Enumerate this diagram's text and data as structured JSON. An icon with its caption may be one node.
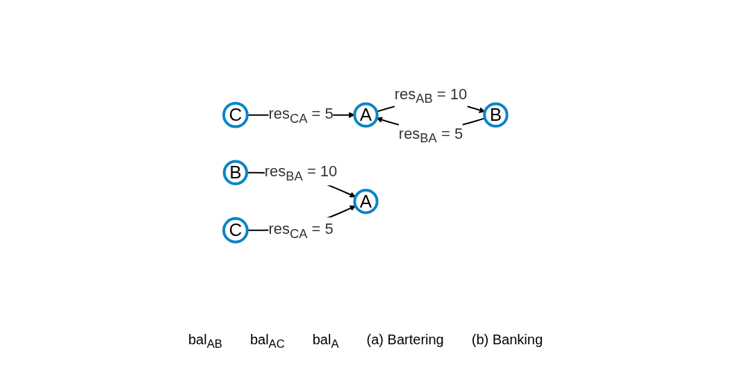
{
  "diagram": {
    "nodes": [
      {
        "text": [
          "A"
        ]
      },
      {
        "text": [
          "B"
        ]
      },
      {
        "text": [
          "C"
        ]
      },
      {
        "text": [
          "A"
        ]
      },
      {
        "text": [
          "B"
        ]
      },
      {
        "text": [
          "C"
        ]
      }
    ],
    "edges": [
      {
        "from": 1,
        "to": 0,
        "arrow": "to",
        "label": "res$_{BA}$ = 5"
      },
      {
        "from": 0,
        "to": 1,
        "arrow": "to",
        "label": "res$_{AB}$ = 10"
      },
      {
        "from": 2,
        "to": 0,
        "arrow": "to",
        "label": "res$_{CA}$ = 5"
      },
      {
        "from": 4,
        "to": 3,
        "arrow": "to",
        "label": "res$_{BA}$ = 10"
      },
      {
        "from": 5,
        "to": 3,
        "arrow": "to",
        "label": "res$_{CA}$ = 5"
      }
    ],
    "labels": [
      "bal$_{AB}$",
      "bal$_{AC}$",
      "bal$_{A}$",
      "(a) Bartering",
      "(b) Banking"
    ]
  }
}
